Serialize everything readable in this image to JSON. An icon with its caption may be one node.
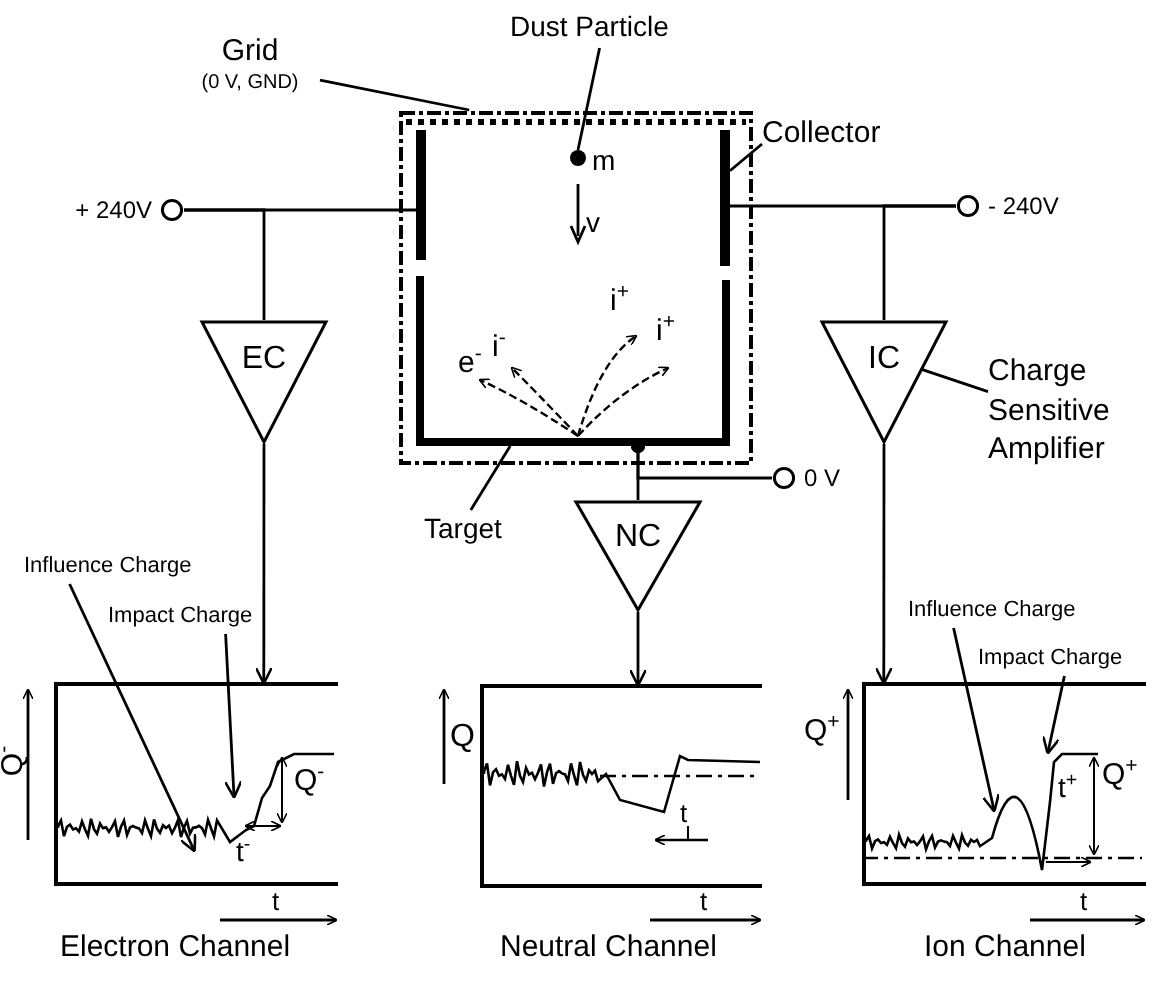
{
  "diagram": {
    "nodes": [
      {
        "text": [
          "Grid",
          "(0 V, GND)"
        ]
      },
      {
        "text": [
          "Dust Particle"
        ]
      },
      {
        "text": [],
        "shape": "box"
      },
      {
        "text": [],
        "shape": "circle",
        "in": 2,
        "beside": [
          "m"
        ]
      },
      {
        "text": [
          "Collector"
        ]
      },
      {
        "text": [
          "+ 240V"
        ]
      },
      {
        "text": [],
        "shape": "bar",
        "in": 2
      },
      {
        "text": [],
        "shape": "bar",
        "in": 2
      },
      {
        "text": [
          "- 240V"
        ]
      },
      {
        "text": [
          "EC"
        ]
      },
      {
        "text": [
          "IC"
        ]
      },
      {
        "text": [
          "Charge Sensitive Amplifier"
        ]
      },
      {
        "text": [],
        "shape": "box",
        "in": 2
      },
      {
        "text": [
          "0 V"
        ]
      },
      {
        "text": [
          "Target"
        ]
      },
      {
        "text": [
          "NC"
        ]
      },
      {
        "text": [
          "Influence Charge"
        ]
      },
      {
        "text": [
          "Impact Charge"
        ]
      },
      {
        "text": [],
        "shape": "box"
      },
      {
        "text": [],
        "shape": "box"
      },
      {
        "text": [
          "Influence Charge"
        ]
      },
      {
        "text": [
          "Impact Charge"
        ]
      },
      {
        "text": [],
        "shape": "box"
      }
    ],
    "edges": [
      {
        "from": 0,
        "to": 2,
        "arrow": "none"
      },
      {
        "from": 1,
        "to": 3,
        "arrow": "none"
      },
      {
        "from": 4,
        "to": 7,
        "arrow": "none"
      },
      {
        "from": 5,
        "to": 6,
        "arrow": "none"
      },
      {
        "from": 5,
        "to": 9,
        "arrow": "none"
      },
      {
        "from": 8,
        "to": 7,
        "arrow": "none"
      },
      {
        "from": 8,
        "to": 10,
        "arrow": "none"
      },
      {
        "from": 11,
        "to": 10,
        "arrow": "none"
      },
      {
        "from": 12,
        "to": 15,
        "arrow": "other"
      },
      {
        "from": 12,
        "to": 13,
        "arrow": "other"
      },
      {
        "from": 14,
        "to": 12,
        "arrow": "none"
      },
      {
        "from": 9,
        "to": 18,
        "arrow": "to"
      },
      {
        "from": 15,
        "to": 19,
        "arrow": "to"
      },
      {
        "from": 10,
        "to": 22,
        "arrow": "to"
      },
      {
        "from": 16,
        "to": 18,
        "arrow": "to"
      },
      {
        "from": 17,
        "to": 18,
        "arrow": "to"
      },
      {
        "from": 20,
        "to": 22,
        "arrow": "to"
      },
      {
        "from": 21,
        "to": 22,
        "arrow": "to"
      }
    ],
    "labels": [
      "v",
      "e$^{-}$",
      "i$^{-}$",
      "i$^{+}$",
      "i$^{+}$",
      "Q$^{-}$",
      "Q$^{-}$",
      "t$^{-}$",
      "t",
      "Electron Channel",
      "Q",
      "t",
      "t",
      "Neutral Channel",
      "Q$^{+}$",
      "t$^{+}$",
      "Q$^{+}$",
      "t",
      "Ion Channel"
    ]
  }
}
